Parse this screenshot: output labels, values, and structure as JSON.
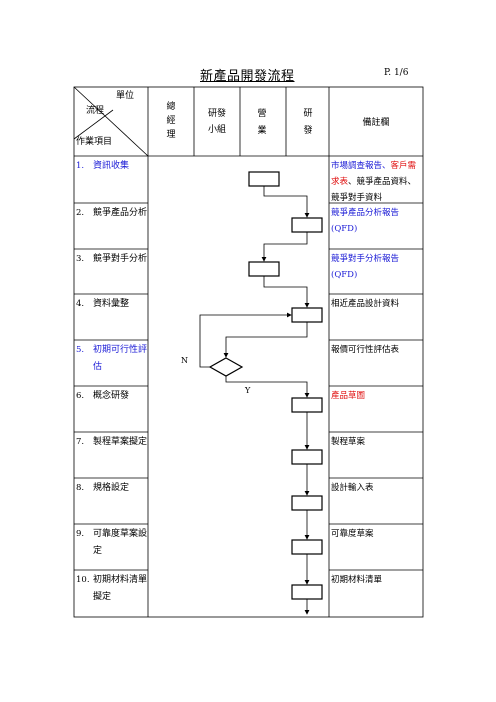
{
  "header": {
    "title": "新產品開發流程",
    "page": "P. 1/6"
  },
  "columns": {
    "corner_unit": "單位",
    "corner_flow": "流程",
    "corner_item": "作業項目",
    "col1": "總經理",
    "col2_line1": "研發",
    "col2_line2": "小組",
    "col3": "營業",
    "col4": "研發",
    "col5": "備註欄"
  },
  "steps": [
    {
      "num": "1.",
      "label": "資訊收集",
      "label_color": "#1a1ad6",
      "note_parts": [
        {
          "text": "市場調查報告、",
          "color": "#1a1ad6"
        },
        {
          "text": "客戶需求表",
          "color": "#e01010"
        },
        {
          "text": "、競爭產品資料、競爭對手資料",
          "color": "#000000"
        }
      ]
    },
    {
      "num": "2.",
      "label": "競爭產品分析",
      "label_color": "#000000",
      "note_parts": [
        {
          "text": "競爭產品分析報告(QFD)",
          "color": "#1a1ad6"
        }
      ]
    },
    {
      "num": "3.",
      "label": "競爭對手分析",
      "label_color": "#000000",
      "note_parts": [
        {
          "text": "競爭對手分析報告(QFD)",
          "color": "#1a1ad6"
        }
      ]
    },
    {
      "num": "4.",
      "label": "資料彙整",
      "label_color": "#000000",
      "note_parts": [
        {
          "text": "相近產品設計資料",
          "color": "#000000"
        }
      ]
    },
    {
      "num": "5.",
      "label": "初期可行性評估",
      "label_color": "#1a1ad6",
      "note_parts": [
        {
          "text": "報價可行性評估表",
          "color": "#000000"
        }
      ]
    },
    {
      "num": "6.",
      "label": "概念研發",
      "label_color": "#000000",
      "note_parts": [
        {
          "text": "產品草圖",
          "color": "#e01010"
        }
      ]
    },
    {
      "num": "7.",
      "label": "製程草案擬定",
      "label_color": "#000000",
      "note_parts": [
        {
          "text": "製程草案",
          "color": "#000000"
        }
      ]
    },
    {
      "num": "8.",
      "label": "規格設定",
      "label_color": "#000000",
      "note_parts": [
        {
          "text": "設計輸入表",
          "color": "#000000"
        }
      ]
    },
    {
      "num": "9.",
      "label": "可靠度草案設定",
      "label_color": "#000000",
      "note_parts": [
        {
          "text": "可靠度草案",
          "color": "#000000"
        }
      ]
    },
    {
      "num": "10.",
      "label": "初期材料清單擬定",
      "label_color": "#000000",
      "note_parts": [
        {
          "text": "初期材料清單",
          "color": "#000000"
        }
      ]
    }
  ],
  "decision": {
    "no": "N",
    "yes": "Y"
  }
}
